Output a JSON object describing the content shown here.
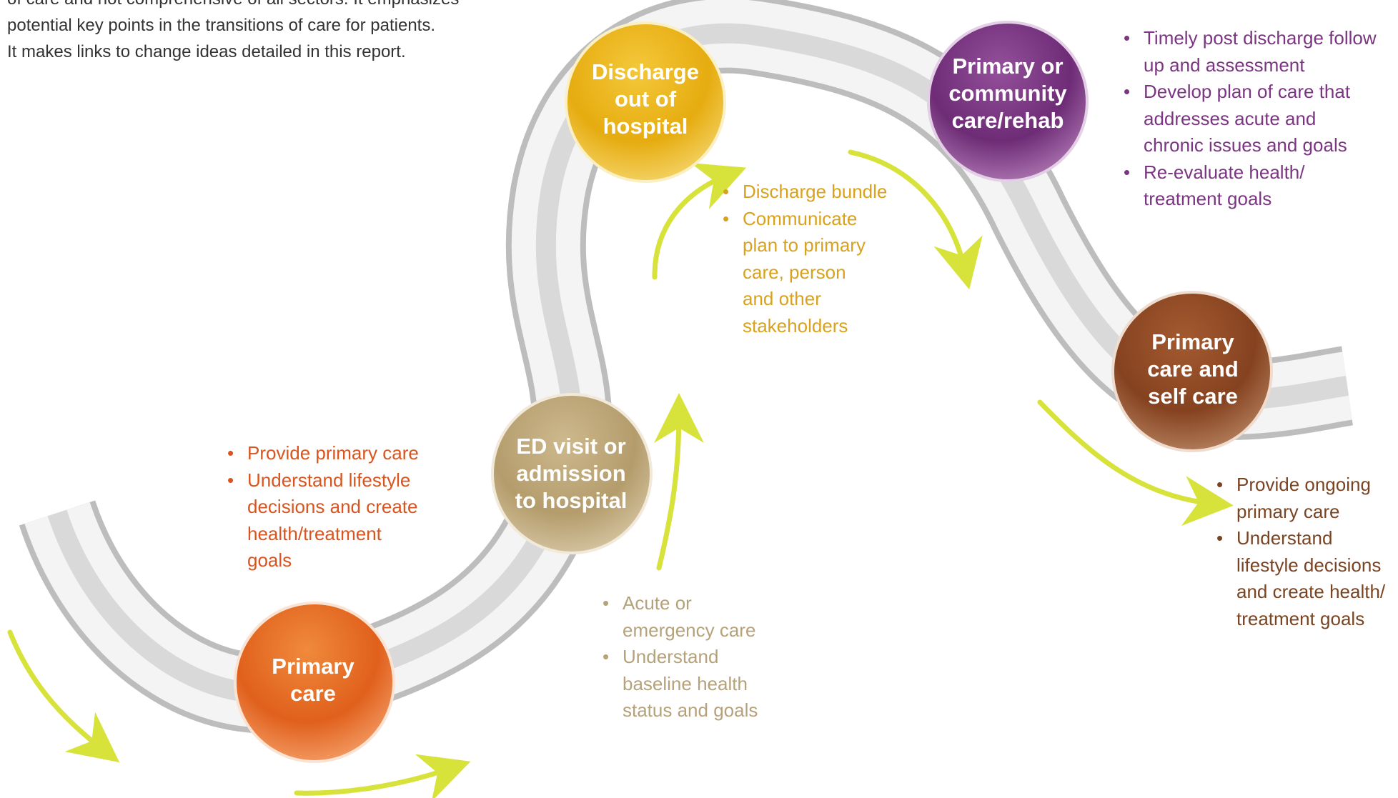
{
  "intro": {
    "lines": [
      "of care and not comprehensive of all sectors. It emphasizes",
      "potential key points in the transitions of care for patients.",
      "It makes links to change ideas detailed in this report."
    ]
  },
  "nodes": [
    {
      "id": "primary-care",
      "lines": [
        "Primary",
        "care"
      ],
      "color": "#E8651E",
      "text_color": "#D9541E"
    },
    {
      "id": "ed-visit",
      "lines": [
        "ED visit or",
        "admission",
        "to hospital"
      ],
      "color": "#BFA77A",
      "text_color": "#B5A27A"
    },
    {
      "id": "discharge",
      "lines": [
        "Discharge",
        "out of",
        "hospital"
      ],
      "color": "#EDB414",
      "text_color": "#D9A21E"
    },
    {
      "id": "community-care",
      "lines": [
        "Primary or",
        "community",
        "care/rehab"
      ],
      "color": "#7B3582",
      "text_color": "#7B3582"
    },
    {
      "id": "self-care",
      "lines": [
        "Primary",
        "care and",
        "self care"
      ],
      "color": "#8F4A24",
      "text_color": "#7A4422"
    }
  ],
  "bullet_groups": [
    {
      "node": "primary-care",
      "items": [
        {
          "lines": [
            "Provide primary care"
          ]
        },
        {
          "lines": [
            "Understand lifestyle",
            "decisions and create",
            "health/treatment",
            "goals"
          ]
        }
      ]
    },
    {
      "node": "ed-visit",
      "items": [
        {
          "lines": [
            "Acute or",
            "emergency care"
          ]
        },
        {
          "lines": [
            "Understand",
            "baseline health",
            "status and goals"
          ]
        }
      ]
    },
    {
      "node": "discharge",
      "items": [
        {
          "lines": [
            "Discharge bundle"
          ]
        },
        {
          "lines": [
            "Communicate",
            "plan to primary",
            "care, person",
            "and other",
            "stakeholders"
          ]
        }
      ]
    },
    {
      "node": "community-care",
      "items": [
        {
          "lines": [
            "Timely post discharge follow",
            "up and assessment"
          ]
        },
        {
          "lines": [
            "Develop plan of care that",
            "addresses acute and",
            "chronic issues and goals"
          ]
        },
        {
          "lines": [
            "Re-evaluate health/",
            "treatment goals"
          ]
        }
      ]
    },
    {
      "node": "self-care",
      "items": [
        {
          "lines": [
            "Provide ongoing",
            "primary care"
          ]
        },
        {
          "lines": [
            "Understand",
            "lifestyle decisions",
            "and create health/",
            "treatment goals"
          ]
        }
      ]
    }
  ],
  "colors": {
    "arrow": "#D7E23A",
    "track_outer": "#C9C9C9",
    "track_inner": "#F6F6F6",
    "track_groove": "#DADADA",
    "intro_text": "#333333"
  }
}
